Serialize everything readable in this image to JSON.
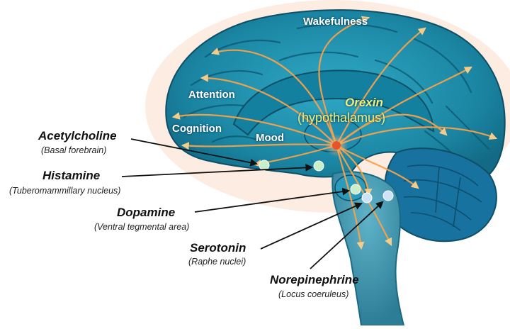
{
  "regions": {
    "wakefulness": "Wakefulness",
    "attention": "Attention",
    "cognition": "Cognition",
    "mood": "Mood"
  },
  "orexin": {
    "name": "Orexin",
    "source": "(hypothalamus)"
  },
  "nuclei": [
    {
      "name": "Acetylcholine",
      "source": "(Basal forebrain)"
    },
    {
      "name": "Histamine",
      "source": "(Tuberomammillary nucleus)"
    },
    {
      "name": "Dopamine",
      "source": "(Ventral tegmental area)"
    },
    {
      "name": "Serotonin",
      "source": "(Raphe nuclei)"
    },
    {
      "name": "Norepinephrine",
      "source": "(Locus coeruleus)"
    }
  ],
  "colors": {
    "brain": "#1d8aa8",
    "brain_dark": "#0f5f7a",
    "pathway": "#f7a24a",
    "orexin_text": "#f3f07a",
    "hub": "#e8542a",
    "nucleus_green": "#c8efc9",
    "nucleus_blue": "#cfe3f6"
  }
}
